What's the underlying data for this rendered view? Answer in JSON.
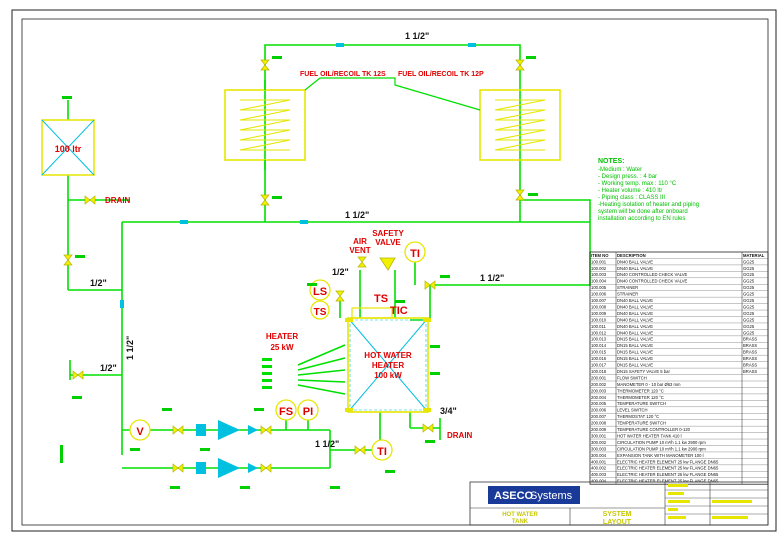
{
  "pipes": {
    "main_size": "1 1/2\"",
    "mid_size": "1 1/2\"",
    "right_size": "1 1/2\"",
    "left_size": "1/2\"",
    "vert_size": "1 1/2\"",
    "pump_size": "1/2\"",
    "return_size": "1 1/2\"",
    "air_size": "1/2\"",
    "drain_size": "3/4\""
  },
  "equipment": {
    "tank_100": "100 ltr",
    "tk_left": "FUEL OIL/RECOIL TK 12S",
    "tk_right": "FUEL OIL/RECOIL TK 12P",
    "heater_line1": "HOT WATER",
    "heater_line2": "HEATER",
    "heater_line3": "100 kW",
    "el_heater_line1": "HEATER",
    "el_heater_line2": "25 kW",
    "air_vent_1": "AIR",
    "air_vent_2": "VENT",
    "safety_1": "SAFETY",
    "safety_2": "VALVE",
    "drain_left": "DRAIN",
    "drain_right": "DRAIN"
  },
  "instruments": {
    "ti_top": "TI",
    "ls": "LS",
    "ts_left": "TS",
    "ts_right": "TS",
    "tic": "TIC",
    "v": "V",
    "fs": "FS",
    "pi": "PI",
    "ti_bottom": "TI"
  },
  "notes": {
    "title": "NOTES:",
    "lines": [
      "-Medium                : Water",
      " - Design press.       : 4 bar",
      " - Working temp. max   : 110 °C",
      " - Heater volume       : 410 ltr",
      " - Piping class        : CLASS III",
      "-Heating isolation of heater and piping",
      " system will be done after onboard",
      " installation according to EN rules"
    ]
  },
  "parts_table": {
    "headers": [
      "ITEM NO",
      "DESCRIPTION",
      "MATERIAL"
    ],
    "rows": [
      [
        "100.001",
        "DN40 BALL VALVE",
        "GG25"
      ],
      [
        "100.002",
        "DN40 BALL VALVE",
        "GG25"
      ],
      [
        "100.003",
        "DN40 CONTROLLED CHECK VALVE",
        "GG25"
      ],
      [
        "100.004",
        "DN40 CONTROLLED CHECK VALVE",
        "GG25"
      ],
      [
        "100.005",
        "STRAINER",
        "GG25"
      ],
      [
        "100.006",
        "STRAINER",
        "GG25"
      ],
      [
        "100.007",
        "DN40 BALL VALVE",
        "GG25"
      ],
      [
        "100.008",
        "DN40 BALL VALVE",
        "GG25"
      ],
      [
        "100.009",
        "DN40 BALL VALVE",
        "GG25"
      ],
      [
        "100.010",
        "DN40 BALL VALVE",
        "GG25"
      ],
      [
        "100.011",
        "DN40 BALL VALVE",
        "GG25"
      ],
      [
        "100.012",
        "DN40 BALL VALVE",
        "GG25"
      ],
      [
        "100.013",
        "DN15 BALL VALVE",
        "BRASS"
      ],
      [
        "100.014",
        "DN15 BALL VALVE",
        "BRASS"
      ],
      [
        "100.015",
        "DN15 BALL VALVE",
        "BRASS"
      ],
      [
        "100.016",
        "DN15 BALL VALVE",
        "BRASS"
      ],
      [
        "100.017",
        "DN15 BALL VALVE",
        "BRASS"
      ],
      [
        "100.018",
        "DN15 SAFETY VALVE 5 bar",
        "BRASS"
      ],
      [
        "200.001",
        "FLOW SWITCH",
        ""
      ],
      [
        "200.002",
        "MANOMETER 0 - 10 bar Ø63 mm",
        ""
      ],
      [
        "200.003",
        "THERMOMETER 120 °C",
        ""
      ],
      [
        "200.004",
        "THERMOMETER 120 °C",
        ""
      ],
      [
        "200.005",
        "TEMPERATURE SWITCH",
        ""
      ],
      [
        "200.006",
        "LEVEL SWITCH",
        ""
      ],
      [
        "200.007",
        "THERMOSTAT 120 °C",
        ""
      ],
      [
        "200.008",
        "TEMPERATURE SWITCH",
        ""
      ],
      [
        "200.009",
        "TEMPERATURE CONTROLLER 0-120",
        ""
      ],
      [
        "300.001",
        "HOT WATER HEATER TANK 410 l",
        ""
      ],
      [
        "300.002",
        "CIRCULATION PUMP 10 m³/h  1.1 kw 2900 rpm",
        ""
      ],
      [
        "300.003",
        "CIRCULATION PUMP 10 m³/h  1.1 kw 2900 rpm",
        ""
      ],
      [
        "300.004",
        "EXPANSION TANK WITH MANOMETER 100 l",
        ""
      ],
      [
        "400.001",
        "ELECTRIC HEATER ELEMENT 25 kw FLANGE DN65",
        ""
      ],
      [
        "400.002",
        "ELECTRIC HEATER ELEMENT 25 kw FLANGE DN65",
        ""
      ],
      [
        "400.003",
        "ELECTRIC HEATER ELEMENT 25 kw FLANGE DN65",
        ""
      ],
      [
        "400.004",
        "ELECTRIC HEATER ELEMENT 25 kw FLANGE DN65",
        ""
      ]
    ]
  },
  "title_block": {
    "company": "ASECO",
    "company2": "Systems",
    "drawing_1": "HOT WATER",
    "drawing_2": "TANK",
    "system_1": "SYSTEM",
    "system_2": "LAYOUT"
  },
  "colors": {
    "pipe": "#00e000",
    "equipment": "#e6e600",
    "instrument": "#e00000",
    "pump": "#00c0e0",
    "table": "#000000",
    "logo_bg": "#1a3a9a"
  }
}
